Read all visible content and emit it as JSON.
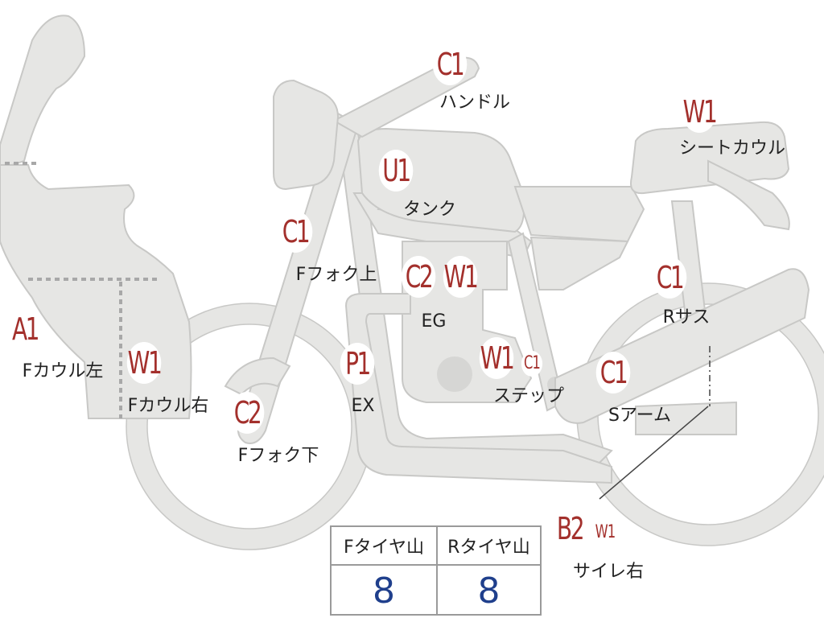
{
  "parts": [
    {
      "id": "handle",
      "code": "C1",
      "label": "ハンドル",
      "code_color": "#a3302c"
    },
    {
      "id": "seat-cowl",
      "code": "W1",
      "label": "シートカウル",
      "code_color": "#a3302c"
    },
    {
      "id": "tank",
      "code": "U1",
      "label": "タンク",
      "code_color": "#a3302c"
    },
    {
      "id": "f-fork-upper",
      "code": "C1",
      "label": "Fフォク上",
      "code_color": "#a3302c"
    },
    {
      "id": "eg",
      "codes": [
        "C2",
        "W1"
      ],
      "label": "EG",
      "code_color": "#a3302c"
    },
    {
      "id": "r-sus",
      "code": "C1",
      "label": "Rサス",
      "code_color": "#a3302c"
    },
    {
      "id": "f-cowl-left",
      "code": "A1",
      "label": "Fカウル左",
      "code_color": "#a3302c"
    },
    {
      "id": "f-cowl-right",
      "code": "W1",
      "label": "Fカウル右",
      "code_color": "#a3302c"
    },
    {
      "id": "ex",
      "code": "P1",
      "label": "EX",
      "code_color": "#a3302c"
    },
    {
      "id": "step",
      "codes": [
        "W1",
        "C1"
      ],
      "label": "ステップ",
      "code_color": "#a3302c"
    },
    {
      "id": "s-arm",
      "code": "C1",
      "label": "Sアーム",
      "code_color": "#a3302c"
    },
    {
      "id": "f-fork-lower",
      "code": "C2",
      "label": "Fフォク下",
      "code_color": "#a3302c"
    },
    {
      "id": "silencer-right",
      "codes": [
        "B2",
        "W1"
      ],
      "label": "サイレ右",
      "code_color": "#a3302c"
    }
  ],
  "tire_table": {
    "headers": [
      "Fタイヤ山",
      "Rタイヤ山"
    ],
    "values": [
      "8",
      "8"
    ],
    "value_color": "#1f3f8c"
  },
  "colors": {
    "body_fill": "#e6e6e4",
    "body_stroke": "#c8c8c6",
    "dotted_line": "#a8a8a8",
    "code_text": "#a3302c"
  }
}
